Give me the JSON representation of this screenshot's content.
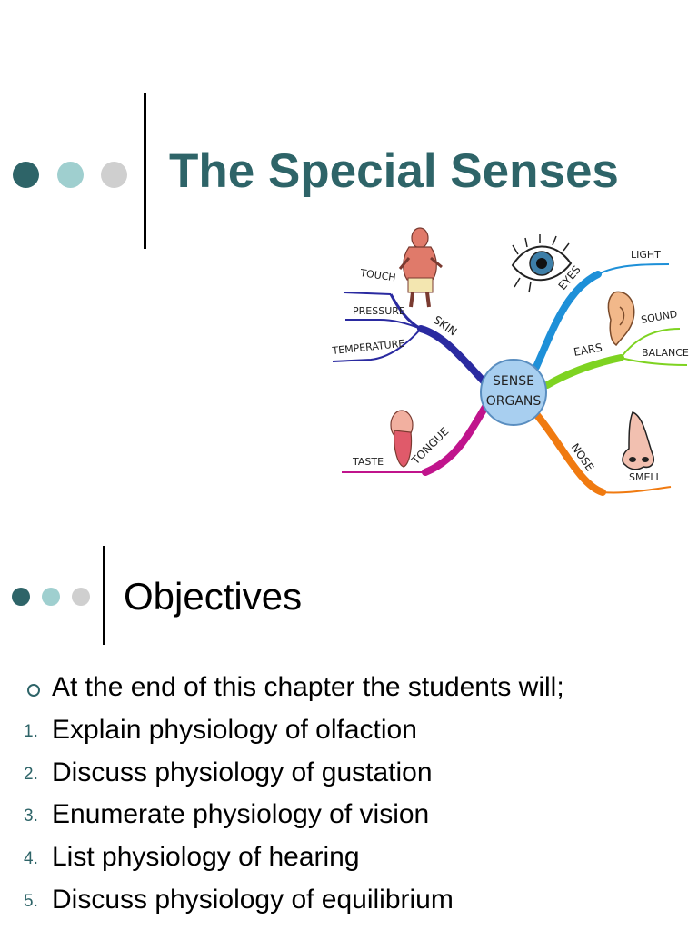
{
  "slide1": {
    "title": "The Special Senses",
    "mindmap": {
      "center": [
        "SENSE",
        "ORGANS"
      ],
      "branches": {
        "skin": "SKIN",
        "eyes": "EYES",
        "ears": "EARS",
        "tongue": "TONGUE",
        "nose": "NOSE"
      },
      "leaves": {
        "touch": "TOUCH",
        "pressure": "PRESSURE",
        "temperature": "TEMPERATURE",
        "light": "LIGHT",
        "sound": "SOUND",
        "balance": "BALANCE",
        "taste": "TASTE",
        "smell": "SMELL"
      },
      "colors": {
        "skin": "#2a2aa0",
        "eyes": "#1e90d8",
        "ears": "#7ed321",
        "tongue": "#c0148c",
        "nose": "#f07a10",
        "center": "#a8cff0"
      }
    }
  },
  "slide2": {
    "title": "Objectives",
    "items": [
      {
        "marker": "",
        "text": "At the end of this chapter the students will;"
      },
      {
        "marker": "1.",
        "text": "Explain physiology of olfaction"
      },
      {
        "marker": "2.",
        "text": "Discuss physiology of gustation"
      },
      {
        "marker": "3.",
        "text": "Enumerate physiology of vision"
      },
      {
        "marker": "4.",
        "text": "List physiology of hearing"
      },
      {
        "marker": "5.",
        "text": "Discuss physiology of equilibrium"
      }
    ]
  },
  "theme": {
    "accent": "#2e6468",
    "dot_light": "#9fcfcf",
    "dot_grey": "#cfcfcf"
  }
}
